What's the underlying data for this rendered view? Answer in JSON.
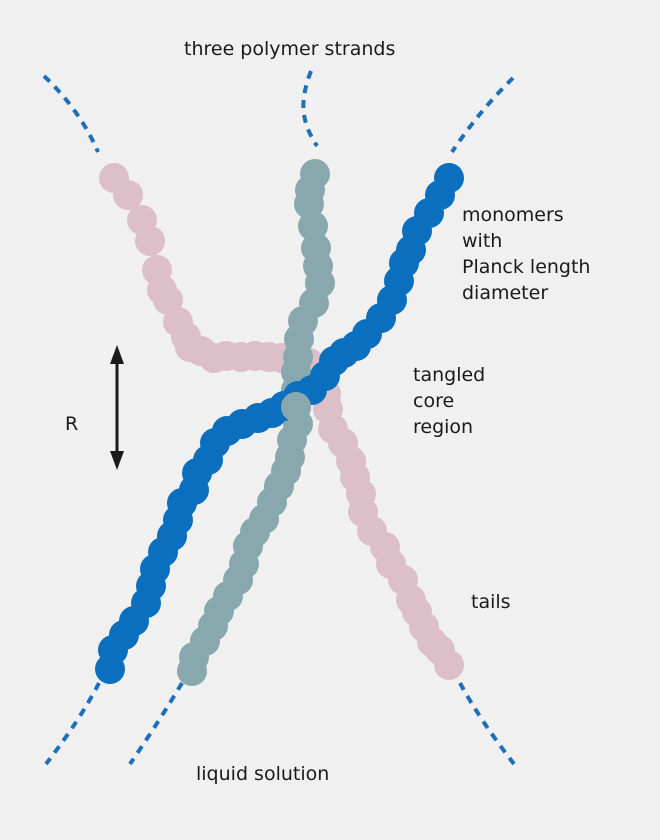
{
  "labels": {
    "top": "three polymer strands",
    "monomers": [
      "monomers",
      "with",
      "Planck length",
      "diameter"
    ],
    "core": [
      "tangled",
      "core",
      "region"
    ],
    "tails": "tails",
    "bottom": "liquid solution",
    "radius": "R"
  },
  "colors": {
    "background": "#f0f0f1",
    "strand_pink": "#dcbfc8",
    "strand_gray": "#89a8ae",
    "strand_blue": "#0a6fbf",
    "dash": "#1c6fb8",
    "arrow": "#1a1a1a"
  },
  "strands": [
    {
      "name": "pink",
      "color_key": "strand_pink"
    },
    {
      "name": "gray",
      "color_key": "strand_gray"
    },
    {
      "name": "blue",
      "color_key": "strand_blue"
    }
  ]
}
